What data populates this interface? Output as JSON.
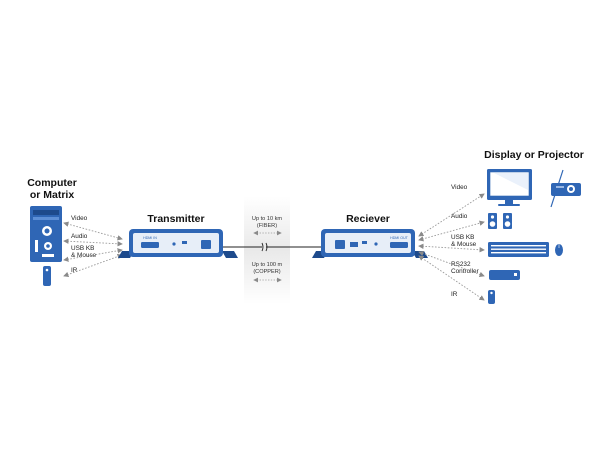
{
  "source": {
    "title_line1": "Computer",
    "title_line2": "or Matrix",
    "signals": [
      "Video",
      "Audio",
      "USB KB",
      "& Mouse",
      "IR"
    ]
  },
  "transmitter": {
    "title": "Transmitter",
    "port_label": "HDMI IN"
  },
  "link": {
    "fiber_line1": "Up to 10 km",
    "fiber_line2": "(FIBER)",
    "copper_line1": "Up to 100 m",
    "copper_line2": "(COPPER)"
  },
  "receiver": {
    "title": "Reciever",
    "port_label": "HDMI OUT"
  },
  "destination": {
    "title": "Display or Projector",
    "signals": [
      "Video",
      "Audio",
      "USB KB",
      "& Mouse",
      "RS232",
      "Controller",
      "IR"
    ]
  },
  "colors": {
    "device_blue": "#2f66b5",
    "device_dark": "#1d4a8c",
    "panel": "#e7eef8",
    "arrow": "#9a9a9a"
  }
}
